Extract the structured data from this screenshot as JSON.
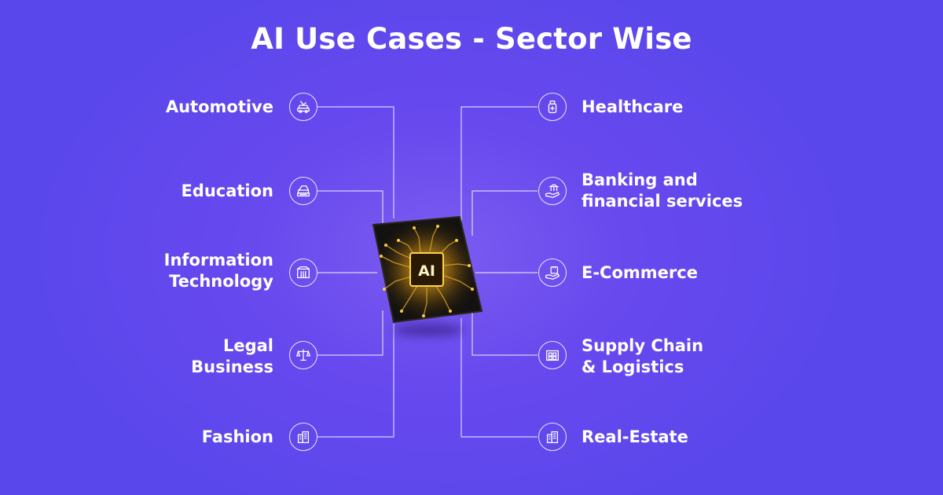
{
  "title": "AI Use Cases - Sector Wise",
  "chip": {
    "label": "AI"
  },
  "colors": {
    "background": "#5a47ec",
    "chip_glow": "#ffb800",
    "text": "#ffffff"
  },
  "left_sectors": [
    {
      "line1": "Automotive",
      "line2": "",
      "icon": "car-on-lift-icon"
    },
    {
      "line1": "Education",
      "line2": "",
      "icon": "books-icon"
    },
    {
      "line1": "Information",
      "line2": "Technology",
      "icon": "server-rack-icon"
    },
    {
      "line1": "Legal",
      "line2": "Business",
      "icon": "scales-icon"
    },
    {
      "line1": "Fashion",
      "line2": "",
      "icon": "buildings-icon"
    }
  ],
  "right_sectors": [
    {
      "line1": "Healthcare",
      "line2": "",
      "icon": "medical-bottle-icon"
    },
    {
      "line1": "Banking and",
      "line2": "financial services",
      "icon": "bank-hand-icon"
    },
    {
      "line1": "E-Commerce",
      "line2": "",
      "icon": "shopping-hand-icon"
    },
    {
      "line1": "Supply Chain",
      "line2": "& Logistics",
      "icon": "warehouse-icon"
    },
    {
      "line1": "Real-Estate",
      "line2": "",
      "icon": "buildings-icon"
    }
  ]
}
